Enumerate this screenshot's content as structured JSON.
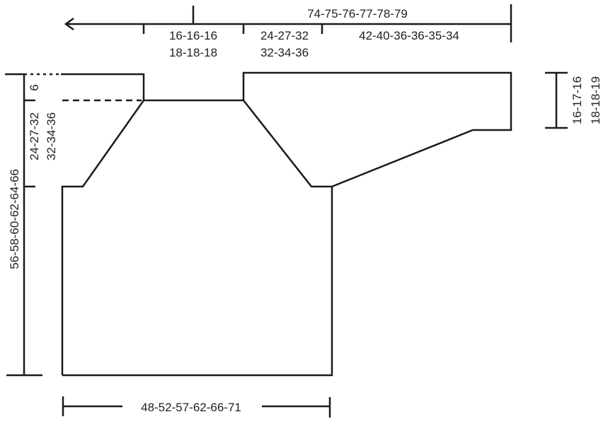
{
  "diagram": {
    "type": "knitting-schematic",
    "stroke_color": "#1a1a1a",
    "background": "#ffffff",
    "top_measure": {
      "total": "74-75-76-77-78-79",
      "segments": [
        {
          "line1": "16-16-16",
          "line2": "18-18-18"
        },
        {
          "line1": "24-27-32",
          "line2": "32-34-36"
        },
        {
          "line1": "42-40-36-36-35-34",
          "line2": ""
        }
      ],
      "arrow": "left-arrow"
    },
    "left_measure": {
      "total": "56-58-60-62-64-66",
      "top_segment": "6",
      "mid_segment_line1": "24-27-32",
      "mid_segment_line2": "32-34-36"
    },
    "right_measure": {
      "line1": "16-17-16",
      "line2": "18-18-19"
    },
    "bottom_measure": {
      "value": "48-52-57-62-66-71"
    }
  }
}
